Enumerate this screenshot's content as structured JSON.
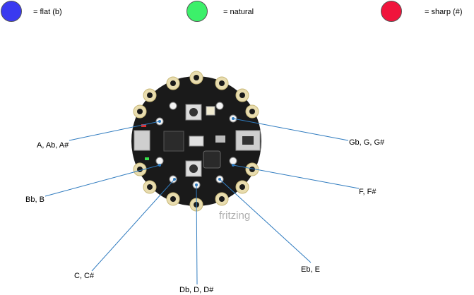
{
  "legend": [
    {
      "label": "= flat (b)",
      "color": "#3a3af0"
    },
    {
      "label": "= natural",
      "color": "#3cf06a"
    },
    {
      "label": "= sharp (#)",
      "color": "#f0143c"
    }
  ],
  "notes": {
    "a": "A, Ab, A#",
    "bb": "Bb, B",
    "c": "C, C#",
    "db": "Db, D, D#",
    "eb": "Eb, E",
    "f": "F, F#",
    "gb": "Gb, G, G#"
  },
  "board": {
    "watermark": "fritzing",
    "line_color": "#2f7bbf",
    "board_color": "#1a1a1a",
    "pad_color": "#e8dcae"
  }
}
